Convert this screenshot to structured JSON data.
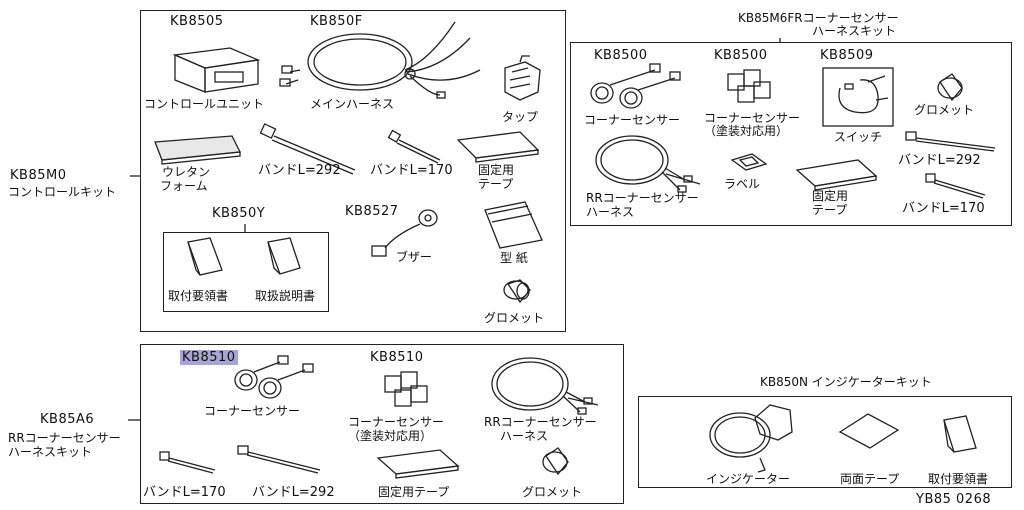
{
  "figure_id": "YB85 0268",
  "control_kit": {
    "code": "KB85M0",
    "name": "コントロールキット",
    "parts": {
      "kb8505_code": "KB8505",
      "kb8505_name": "コントロールユニット",
      "kb850f_code": "KB850F",
      "kb850f_name": "メインハーネス",
      "tap": "タップ",
      "urethane_l1": "ウレタン",
      "urethane_l2": "フォーム",
      "band_292": "バンドL=292",
      "band_170": "バンドL=170",
      "fix_tape_l1": "固定用",
      "fix_tape_l2": "テープ",
      "kb850y_code": "KB850Y",
      "install_manual": "取付要領書",
      "user_manual": "取扱説明書",
      "kb8527_code": "KB8527",
      "buzzer": "ブザー",
      "template": "型 紙",
      "grommet": "グロメット"
    }
  },
  "fr_kit": {
    "title_l1": "KB85M6FRコーナーセンサー",
    "title_l2": "ハーネスキット",
    "parts": {
      "kb8500a_code": "KB8500",
      "corner_sensor": "コーナーセンサー",
      "kb8500b_code": "KB8500",
      "painted_l1": "コーナーセンサー",
      "painted_l2": "（塗装対応用）",
      "kb8509_code": "KB8509",
      "switch": "スイッチ",
      "grommet": "グロメット",
      "rr_harness_l1": "RRコーナーセンサー",
      "rr_harness_l2": "ハーネス",
      "label": "ラベル",
      "fix_tape_l1": "固定用",
      "fix_tape_l2": "テープ",
      "band_292": "バンドL=292",
      "band_170": "バンドL=170"
    }
  },
  "rr_kit": {
    "code": "KB85A6",
    "name_l1": "RRコーナーセンサー",
    "name_l2": "ハーネスキット",
    "parts": {
      "kb8510a_code": "KB8510",
      "corner_sensor": "コーナーセンサー",
      "kb8510b_code": "KB8510",
      "painted_l1": "コーナーセンサー",
      "painted_l2": "（塗装対応用）",
      "rr_harness_l1": "RRコーナーセンサー",
      "rr_harness_l2": "ハーネス",
      "band_170": "バンドL=170",
      "band_292": "バンドL=292",
      "fix_tape": "固定用テープ",
      "grommet": "グロメット"
    }
  },
  "indicator_kit": {
    "title": "KB850N インジケーターキット",
    "parts": {
      "indicator": "インジケーター",
      "double_tape": "両面テープ",
      "install_manual": "取付要領書"
    }
  }
}
